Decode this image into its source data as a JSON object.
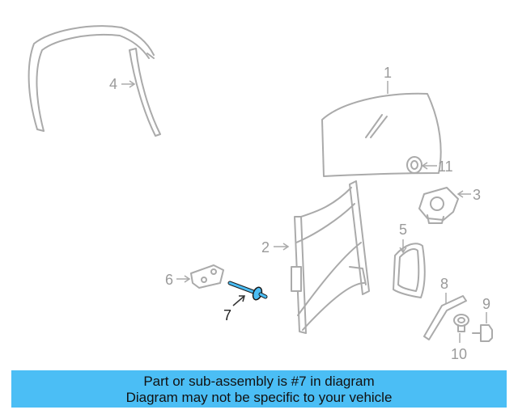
{
  "callouts": {
    "c1": "1",
    "c2": "2",
    "c3": "3",
    "c4": "4",
    "c5": "5",
    "c6": "6",
    "c7": "7",
    "c8": "8",
    "c9": "9",
    "c10": "10",
    "c11": "11"
  },
  "highlight": {
    "part_number": "7",
    "color": "#4bbef5"
  },
  "banner": {
    "line1": "Part or sub-assembly is #7 in diagram",
    "line2": "Diagram may not be specific to your vehicle",
    "background": "#4bbef5"
  }
}
